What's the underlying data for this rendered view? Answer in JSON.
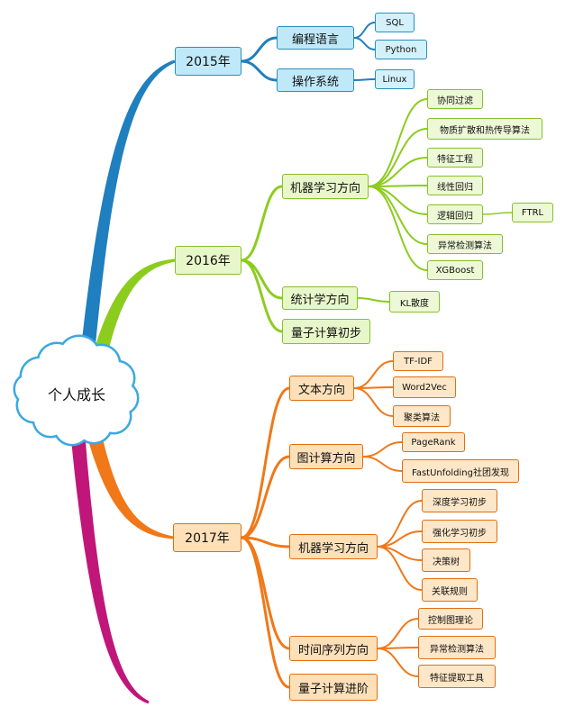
{
  "root": {
    "label": "个人成长",
    "shape": "cloud"
  },
  "colors": {
    "blue": "#1f7fbf",
    "green": "#8ccc1f",
    "orange": "#f07818",
    "magenta": "#c0167a",
    "cloud_border": "#3aa9e0",
    "cloud_fill": "#ffffff"
  },
  "branches": [
    {
      "label": "2015年",
      "color": "blue",
      "children": [
        {
          "label": "编程语言",
          "children": [
            {
              "label": "SQL"
            },
            {
              "label": "Python"
            }
          ]
        },
        {
          "label": "操作系统",
          "children": [
            {
              "label": "Linux"
            }
          ]
        }
      ]
    },
    {
      "label": "2016年",
      "color": "green",
      "children": [
        {
          "label": "机器学习方向",
          "children": [
            {
              "label": "协同过滤"
            },
            {
              "label": "物质扩散和热传导算法"
            },
            {
              "label": "特征工程"
            },
            {
              "label": "线性回归"
            },
            {
              "label": "逻辑回归",
              "children": [
                {
                  "label": "FTRL"
                }
              ]
            },
            {
              "label": "异常检测算法"
            },
            {
              "label": "XGBoost"
            }
          ]
        },
        {
          "label": "统计学方向",
          "children": [
            {
              "label": "KL散度"
            }
          ]
        },
        {
          "label": "量子计算初步"
        }
      ]
    },
    {
      "label": "2017年",
      "color": "orange",
      "children": [
        {
          "label": "文本方向",
          "children": [
            {
              "label": "TF-IDF"
            },
            {
              "label": "Word2Vec"
            },
            {
              "label": "聚类算法"
            }
          ]
        },
        {
          "label": "图计算方向",
          "children": [
            {
              "label": "PageRank"
            },
            {
              "label": "FastUnfolding社团发现"
            }
          ]
        },
        {
          "label": "机器学习方向",
          "children": [
            {
              "label": "深度学习初步"
            },
            {
              "label": "强化学习初步"
            },
            {
              "label": "决策树"
            },
            {
              "label": "关联规则"
            }
          ]
        },
        {
          "label": "时间序列方向",
          "children": [
            {
              "label": "控制图理论"
            },
            {
              "label": "异常检测算法"
            },
            {
              "label": "特征提取工具"
            }
          ]
        },
        {
          "label": "量子计算进阶"
        }
      ]
    },
    {
      "label": "",
      "color": "magenta",
      "children": []
    }
  ]
}
